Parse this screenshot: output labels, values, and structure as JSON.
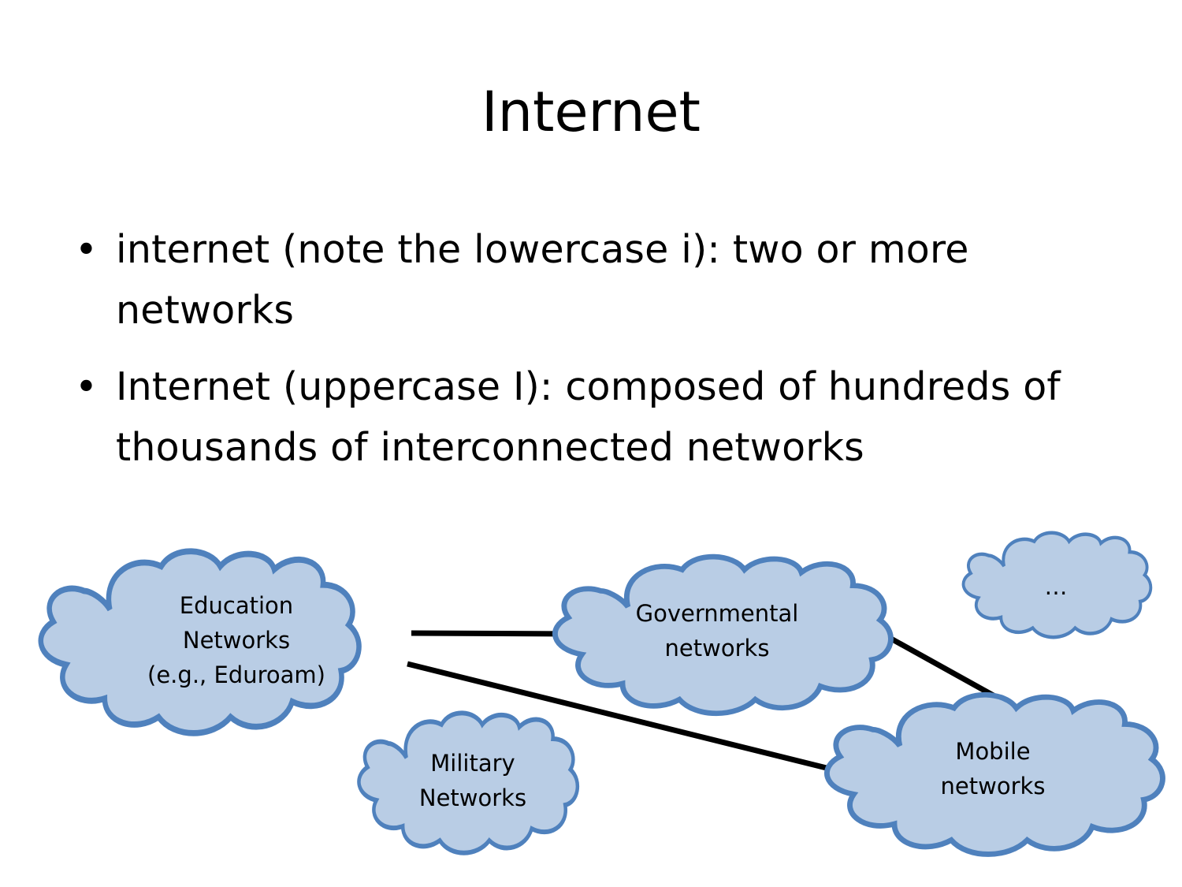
{
  "slide": {
    "title": "Internet",
    "bullets": [
      {
        "marker": "•",
        "text": "internet (note the lowercase i): two or more networks"
      },
      {
        "marker": "•",
        "text": "Internet (uppercase I): composed of hundreds of thousands of interconnected networks"
      }
    ]
  },
  "diagram": {
    "cloud_fill": "#b9cde5",
    "cloud_stroke": "#4f81bd",
    "link_color": "#000000",
    "nodes": {
      "education": {
        "lines": [
          "Education",
          "Networks",
          "(e.g., Eduroam)"
        ]
      },
      "governmental": {
        "lines": [
          "Governmental",
          "networks"
        ]
      },
      "military": {
        "lines": [
          "Military",
          "Networks"
        ]
      },
      "mobile": {
        "lines": [
          "Mobile",
          "networks"
        ]
      },
      "other": {
        "lines": [
          "…"
        ]
      }
    },
    "edges": [
      {
        "from": "Education Networks",
        "to": "Governmental networks"
      },
      {
        "from": "Education Networks",
        "to": "Mobile networks"
      },
      {
        "from": "Governmental networks",
        "to": "Mobile networks"
      }
    ]
  }
}
